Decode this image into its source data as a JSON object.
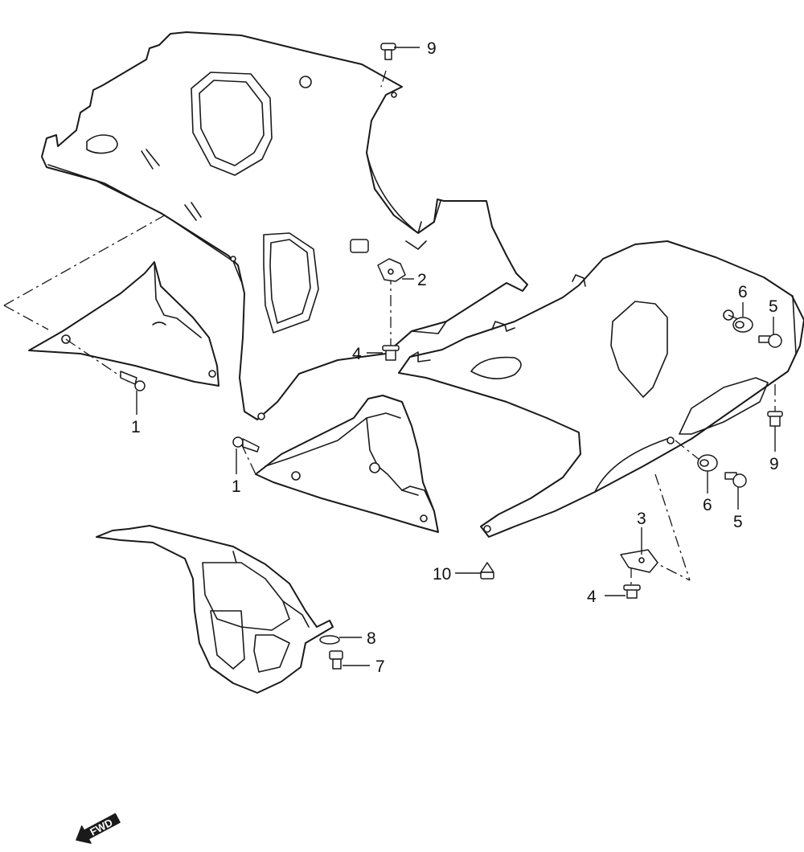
{
  "callouts": [
    {
      "id": "c9a",
      "label": "9"
    },
    {
      "id": "c2",
      "label": "2"
    },
    {
      "id": "c4a",
      "label": "4"
    },
    {
      "id": "c1a",
      "label": "1"
    },
    {
      "id": "c6a",
      "label": "6"
    },
    {
      "id": "c5a",
      "label": "5"
    },
    {
      "id": "c9b",
      "label": "9"
    },
    {
      "id": "c1b",
      "label": "1"
    },
    {
      "id": "c6b",
      "label": "6"
    },
    {
      "id": "c5b",
      "label": "5"
    },
    {
      "id": "c3",
      "label": "3"
    },
    {
      "id": "c10",
      "label": "10"
    },
    {
      "id": "c4b",
      "label": "4"
    },
    {
      "id": "c8",
      "label": "8"
    },
    {
      "id": "c7",
      "label": "7"
    }
  ],
  "fwd_label": "FWD"
}
